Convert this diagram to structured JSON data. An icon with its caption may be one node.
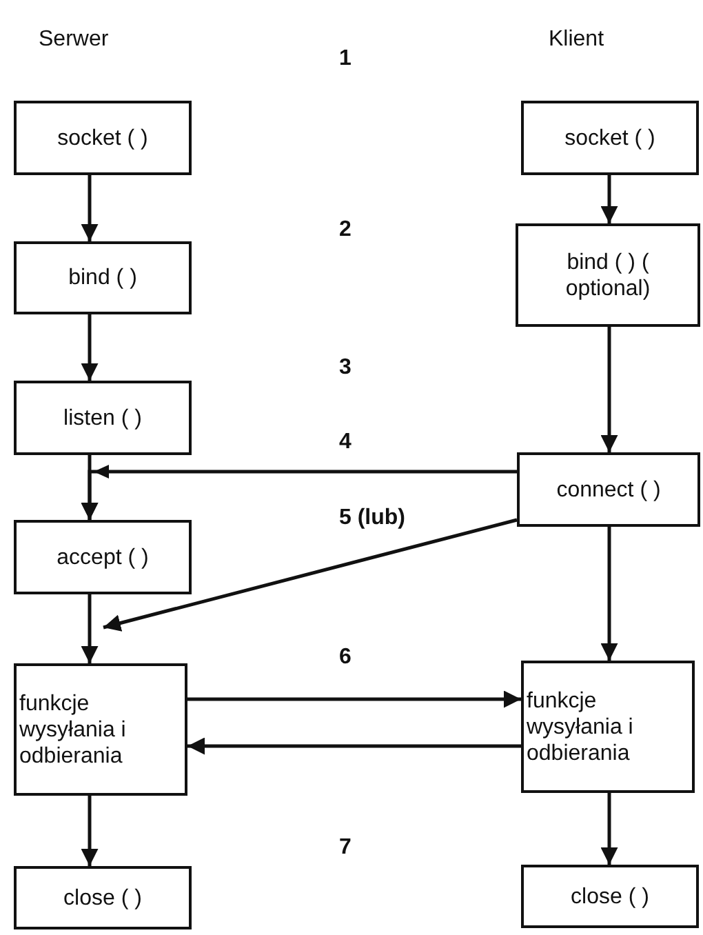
{
  "diagram": {
    "nodes": [
      {
        "text": [
          "socket ( )"
        ]
      },
      {
        "text": [
          "socket ( )"
        ]
      },
      {
        "text": [
          "bind ( )"
        ]
      },
      {
        "text": [
          "bind ( ) ( optional)"
        ]
      },
      {
        "text": [
          "listen ( )"
        ]
      },
      {
        "text": [
          "connect ( )"
        ]
      },
      {
        "text": [
          "accept ( )"
        ]
      },
      {
        "text": [
          "funkcje wysyłania i odbierania"
        ]
      },
      {
        "text": [
          "funkcje wysyłania i odbierania"
        ]
      },
      {
        "text": [
          "close ( )"
        ]
      },
      {
        "text": [
          "close ( )"
        ]
      }
    ],
    "edges": [
      {
        "from": 0,
        "to": 2,
        "arrow": "to"
      },
      {
        "from": 2,
        "to": 4,
        "arrow": "to"
      },
      {
        "from": 4,
        "to": 6,
        "arrow": "to"
      },
      {
        "from": 6,
        "to": 7,
        "arrow": "to"
      },
      {
        "from": 7,
        "to": 9,
        "arrow": "to"
      },
      {
        "from": 1,
        "to": 3,
        "arrow": "to"
      },
      {
        "from": 3,
        "to": 5,
        "arrow": "to"
      },
      {
        "from": 5,
        "to": 8,
        "arrow": "to"
      },
      {
        "from": 8,
        "to": 10,
        "arrow": "to"
      },
      {
        "from": 5,
        "to": 6,
        "arrow": "to"
      },
      {
        "from": 5,
        "to": 7,
        "arrow": "to"
      },
      {
        "from": 7,
        "to": 8,
        "arrow": "to"
      },
      {
        "from": 8,
        "to": 7,
        "arrow": "to"
      }
    ],
    "labels": [
      "Serwer",
      "Klient",
      "1",
      "2",
      "3",
      "4",
      "5 (lub)",
      "6",
      "7"
    ]
  }
}
